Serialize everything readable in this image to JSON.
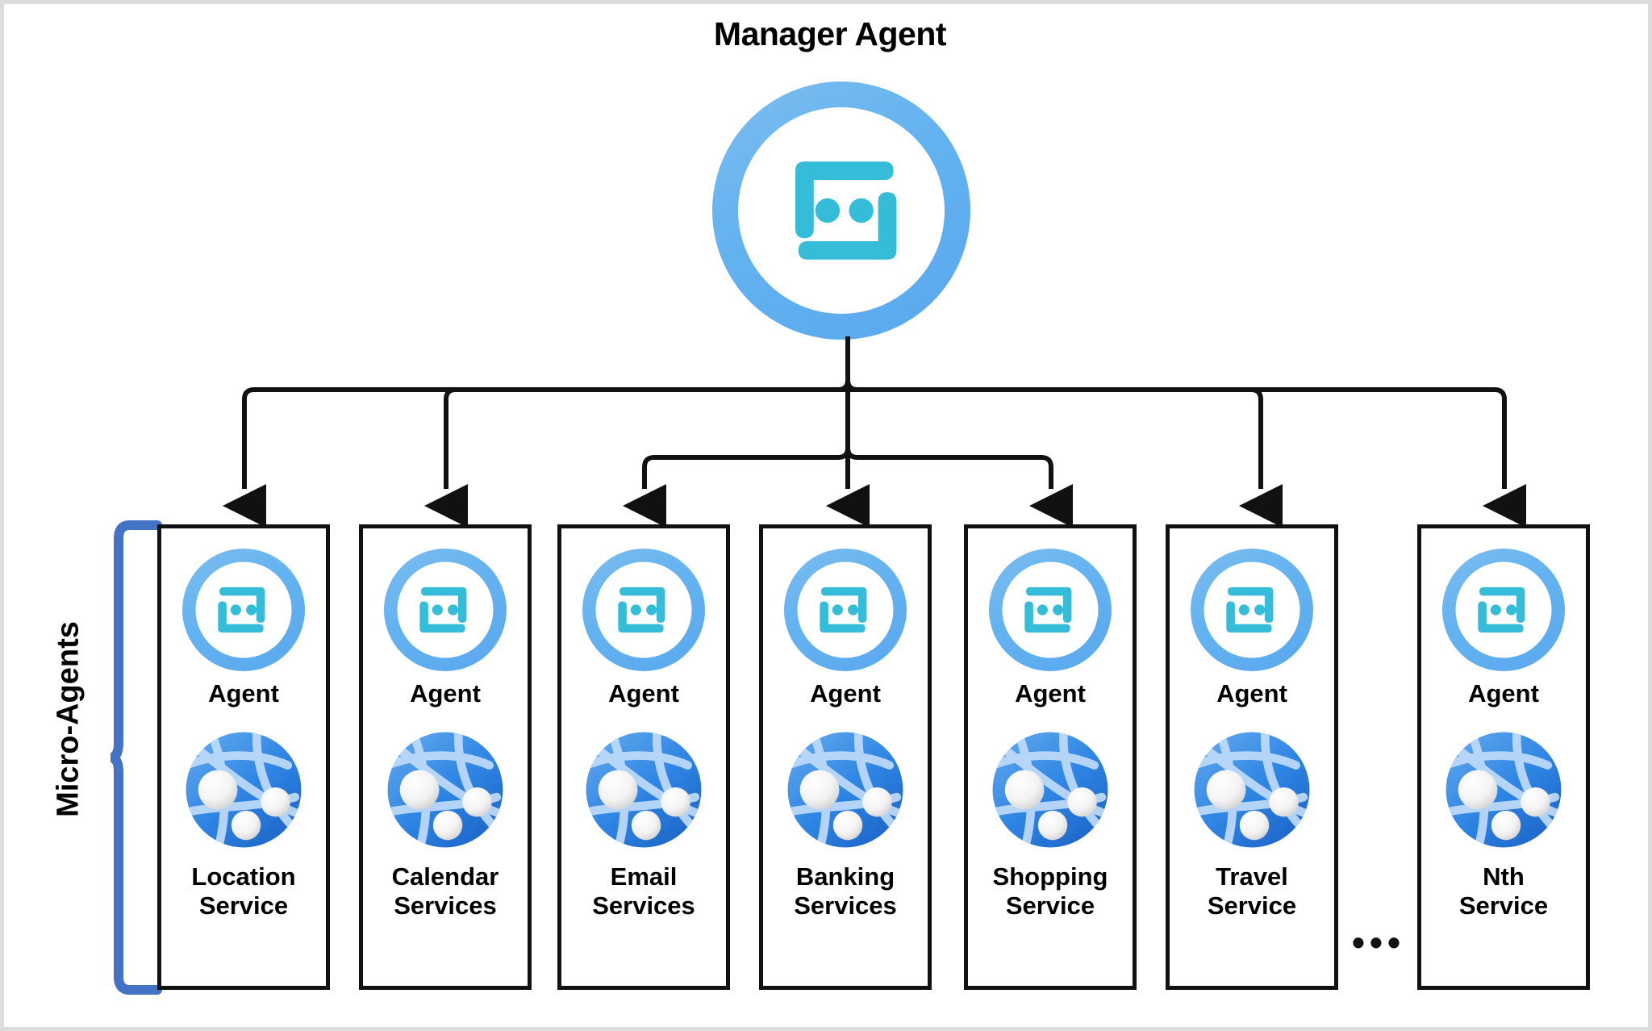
{
  "diagram": {
    "title": "Manager Agent",
    "group_label": "Micro-Agents",
    "ellipsis": "•••",
    "agent_label": "Agent",
    "manager_icon_name": "manager-agent-icon",
    "colors": {
      "ring_blue": "#63b2f0",
      "glyph_cyan": "#35bcd9",
      "globe_blue": "#2a7fe0",
      "globe_light": "#b9d9f7",
      "node_white": "#f2f2f2",
      "brace_blue": "#4472c4",
      "box_border": "#111111",
      "canvas_border": "#dcdcdc",
      "text": "#000000"
    },
    "micro_agents": [
      {
        "agent": "Agent",
        "service": "Location\nService",
        "service_name": "location-service"
      },
      {
        "agent": "Agent",
        "service": "Calendar\nServices",
        "service_name": "calendar-services"
      },
      {
        "agent": "Agent",
        "service": "Email\nServices",
        "service_name": "email-services"
      },
      {
        "agent": "Agent",
        "service": "Banking\nServices",
        "service_name": "banking-services"
      },
      {
        "agent": "Agent",
        "service": "Shopping\nService",
        "service_name": "shopping-service"
      },
      {
        "agent": "Agent",
        "service": "Travel\nService",
        "service_name": "travel-service"
      },
      {
        "agent": "Agent",
        "service": "Nth\nService",
        "service_name": "nth-service"
      }
    ]
  }
}
